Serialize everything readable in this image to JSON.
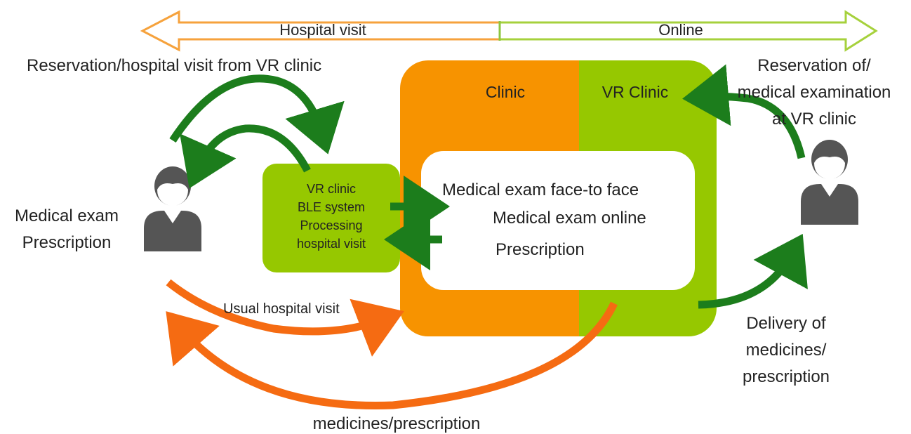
{
  "header": {
    "hospital_visit": "Hospital visit",
    "online": "Online"
  },
  "labels": {
    "reservation_hospital_visit": "Reservation/hospital visit from VR clinic",
    "clinic": "Clinic",
    "vr_clinic": "VR Clinic",
    "reservation_of": "Reservation of/",
    "medical_examination": "medical examination",
    "at_vr_clinic": "at VR clinic",
    "medical_exam": "Medical exam",
    "prescription_left": "Prescription",
    "ble_line1": "VR clinic",
    "ble_line2": "BLE system",
    "ble_line3": "Processing",
    "ble_line4": "hospital visit",
    "exam_face_to_face": "Medical exam face-to face",
    "exam_online": "Medical exam online",
    "prescription_center": "Prescription",
    "usual_hospital_visit": "Usual hospital visit",
    "delivery_of": "Delivery of",
    "medicines": "medicines/",
    "prescription_right": "prescription",
    "medicines_prescription": "medicines/prescription"
  },
  "colors": {
    "orange": "#f79300",
    "orange_arrow": "#f56b12",
    "green": "#96c800",
    "dark_green": "#1c7d1c",
    "person": "#555555",
    "orange_outline": "#f6a23c",
    "green_outline": "#a6d13c"
  }
}
